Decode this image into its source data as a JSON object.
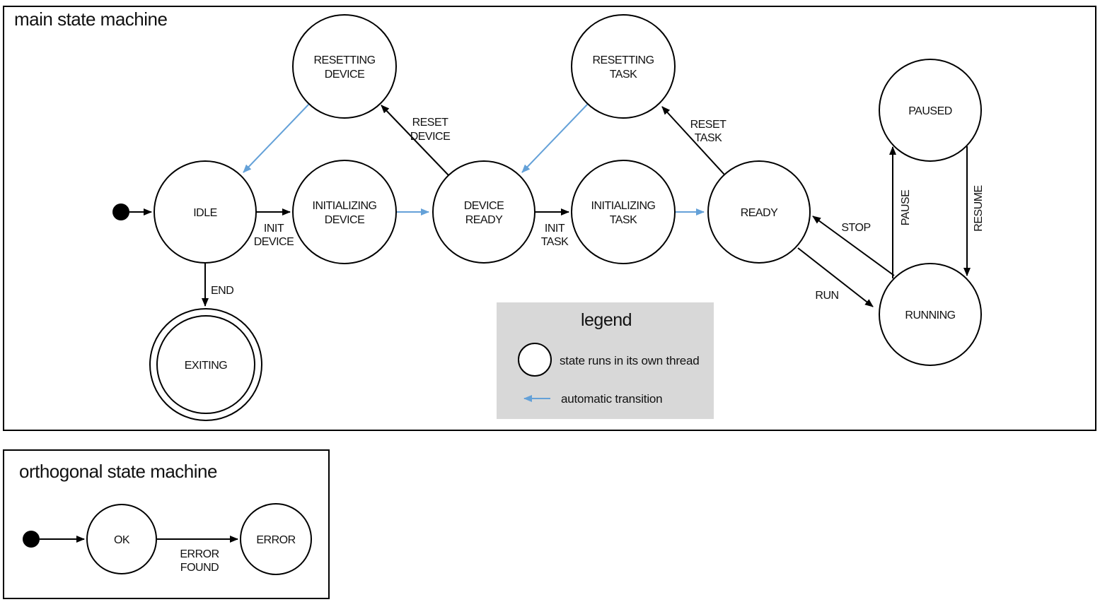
{
  "colors": {
    "thread_state_fill": "#aec6e8",
    "auto_transition": "#64a1d8",
    "legend_bg": "#d8d8d8",
    "state_stroke": "#000000"
  },
  "main_machine": {
    "title": "main state machine",
    "states": {
      "idle": {
        "line1": "IDLE"
      },
      "resetting_device": {
        "line1": "RESETTING",
        "line2": "DEVICE"
      },
      "initializing_device": {
        "line1": "INITIALIZING",
        "line2": "DEVICE"
      },
      "device_ready": {
        "line1": "DEVICE",
        "line2": "READY"
      },
      "resetting_task": {
        "line1": "RESETTING",
        "line2": "TASK"
      },
      "initializing_task": {
        "line1": "INITIALIZING",
        "line2": "TASK"
      },
      "ready": {
        "line1": "READY"
      },
      "paused": {
        "line1": "PAUSED"
      },
      "running": {
        "line1": "RUNNING"
      },
      "exiting": {
        "line1": "EXITING"
      }
    },
    "transitions": {
      "init_device": {
        "line1": "INIT",
        "line2": "DEVICE"
      },
      "reset_device": {
        "line1": "RESET",
        "line2": "DEVICE"
      },
      "init_task": {
        "line1": "INIT",
        "line2": "TASK"
      },
      "reset_task": {
        "line1": "RESET",
        "line2": "TASK"
      },
      "stop": {
        "line1": "STOP"
      },
      "run": {
        "line1": "RUN"
      },
      "pause": {
        "line1": "PAUSE"
      },
      "resume": {
        "line1": "RESUME"
      },
      "end": {
        "line1": "END"
      }
    }
  },
  "legend": {
    "title": "legend",
    "thread_item": "state runs in its own thread",
    "auto_item": "automatic transition"
  },
  "orthogonal_machine": {
    "title": "orthogonal state machine",
    "states": {
      "ok": {
        "line1": "OK"
      },
      "error": {
        "line1": "ERROR"
      }
    },
    "transitions": {
      "error_found": {
        "line1": "ERROR",
        "line2": "FOUND"
      }
    }
  }
}
